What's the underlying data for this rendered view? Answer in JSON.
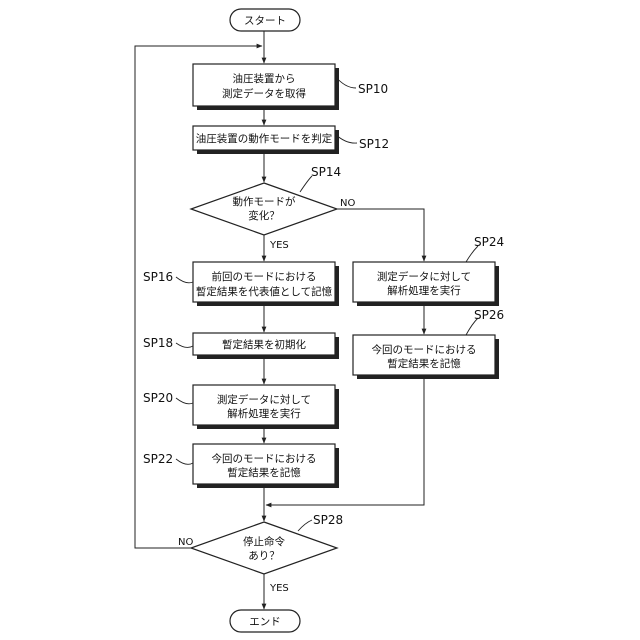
{
  "terminals": {
    "start": "スタート",
    "end": "エンド"
  },
  "steps": {
    "sp10": {
      "label": "SP10",
      "line1": "油圧装置から",
      "line2": "測定データを取得"
    },
    "sp12": {
      "label": "SP12",
      "line1": "油圧装置の動作モードを判定"
    },
    "sp14": {
      "label": "SP14",
      "line1": "動作モードが",
      "line2": "変化？",
      "yes": "YES",
      "no": "NO"
    },
    "sp16": {
      "label": "SP16",
      "line1": "前回のモードにおける",
      "line2": "暫定結果を代表値として記憶"
    },
    "sp18": {
      "label": "SP18",
      "line1": "暫定結果を初期化"
    },
    "sp20": {
      "label": "SP20",
      "line1": "測定データに対して",
      "line2": "解析処理を実行"
    },
    "sp22": {
      "label": "SP22",
      "line1": "今回のモードにおける",
      "line2": "暫定結果を記憶"
    },
    "sp24": {
      "label": "SP24",
      "line1": "測定データに対して",
      "line2": "解析処理を実行"
    },
    "sp26": {
      "label": "SP26",
      "line1": "今回のモードにおける",
      "line2": "暫定結果を記憶"
    },
    "sp28": {
      "label": "SP28",
      "line1": "停止命令",
      "line2": "あり？",
      "yes": "YES",
      "no": "NO"
    }
  }
}
